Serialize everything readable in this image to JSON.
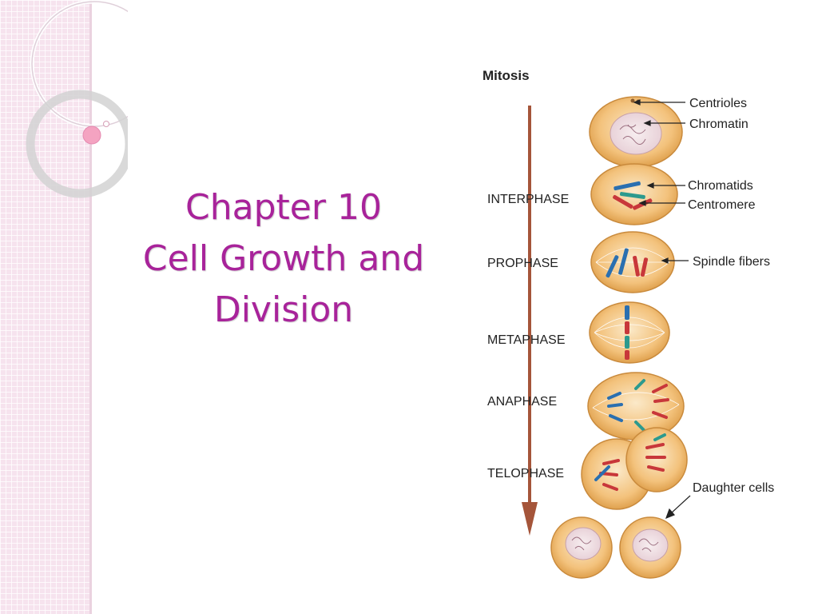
{
  "slide": {
    "title_lines": [
      "Chapter 10",
      "Cell Growth and",
      "Division"
    ]
  },
  "figure": {
    "heading": "Mitosis",
    "phases": [
      "INTERPHASE",
      "PROPHASE",
      "METAPHASE",
      "ANAPHASE",
      "TELOPHASE"
    ],
    "callouts": [
      "Centrioles",
      "Chromatin",
      "Chromatids",
      "Centromere",
      "Spindle fibers",
      "Daughter cells"
    ]
  },
  "colors": {
    "title": "#a8239a",
    "side_band": "#f6e3ee",
    "accent_dot": "#f4a3c1",
    "arrow": "#a5553a",
    "cell_fill": "#f3c27c",
    "cell_outline": "#c98a3c",
    "chromosome_red": "#c8373a",
    "chromosome_blue": "#2a6fb0",
    "chromosome_teal": "#2c9a8e"
  }
}
